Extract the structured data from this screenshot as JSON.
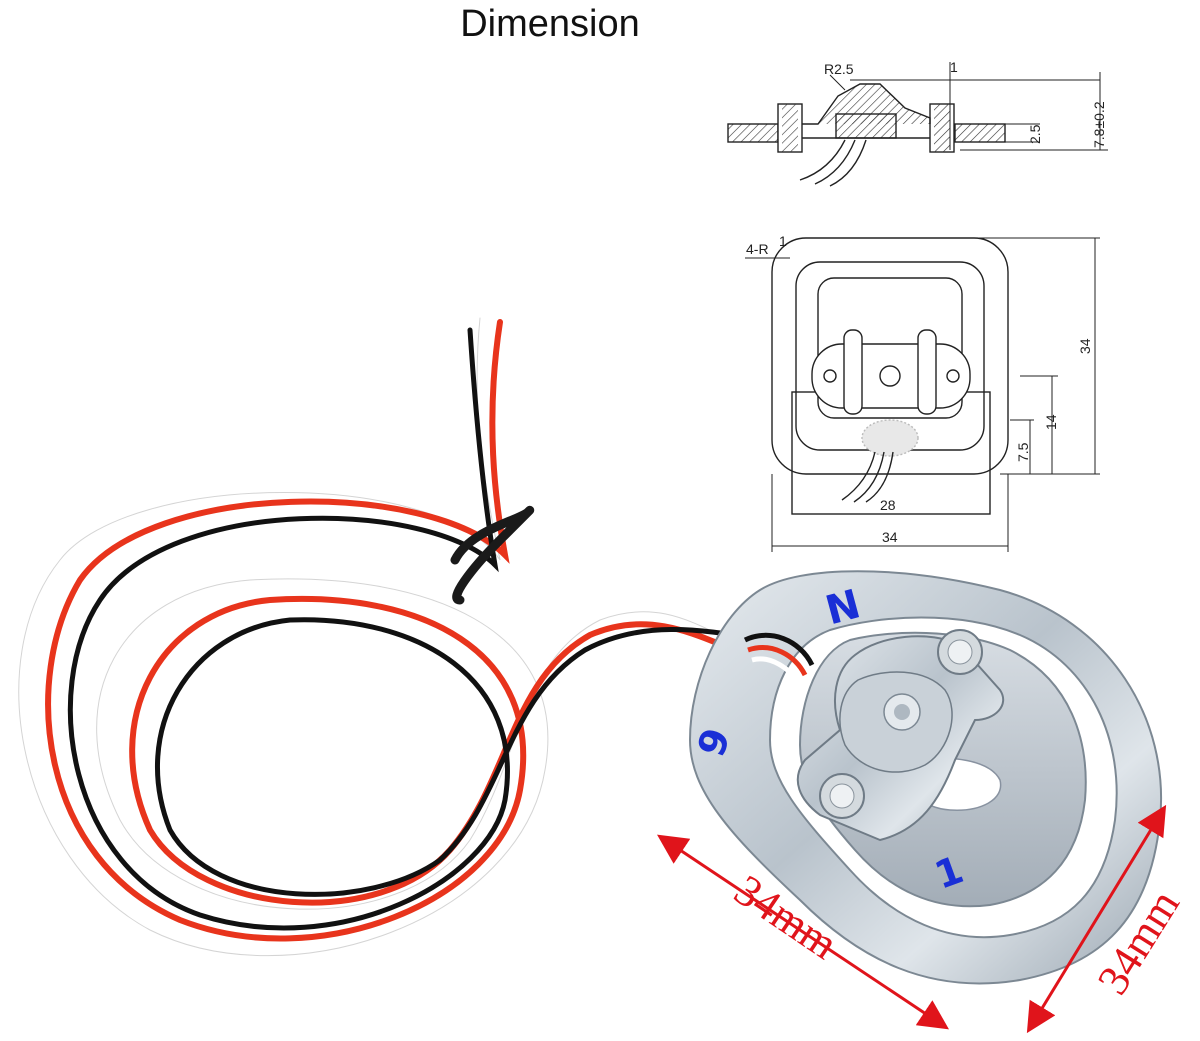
{
  "title": "Dimension",
  "drawing": {
    "side_view": {
      "radius_label": "R2.5",
      "thickness_label": "1",
      "height_label": "7.8±0.2",
      "base_label": "2.5"
    },
    "top_view": {
      "corner_label": "4-R",
      "corner_sup": "1",
      "height_label": "34",
      "mid_label": "14",
      "small_label": "7.5",
      "inner_width_label": "28",
      "width_label": "34"
    }
  },
  "photo": {
    "width_label": "34mm",
    "height_label": "34mm",
    "markers": [
      "N",
      "9",
      "1"
    ],
    "wire_colors": [
      "#ffffff",
      "#e8341c",
      "#111111"
    ],
    "arrow_color": "#e0141b",
    "marker_color": "#1a2fd6"
  }
}
